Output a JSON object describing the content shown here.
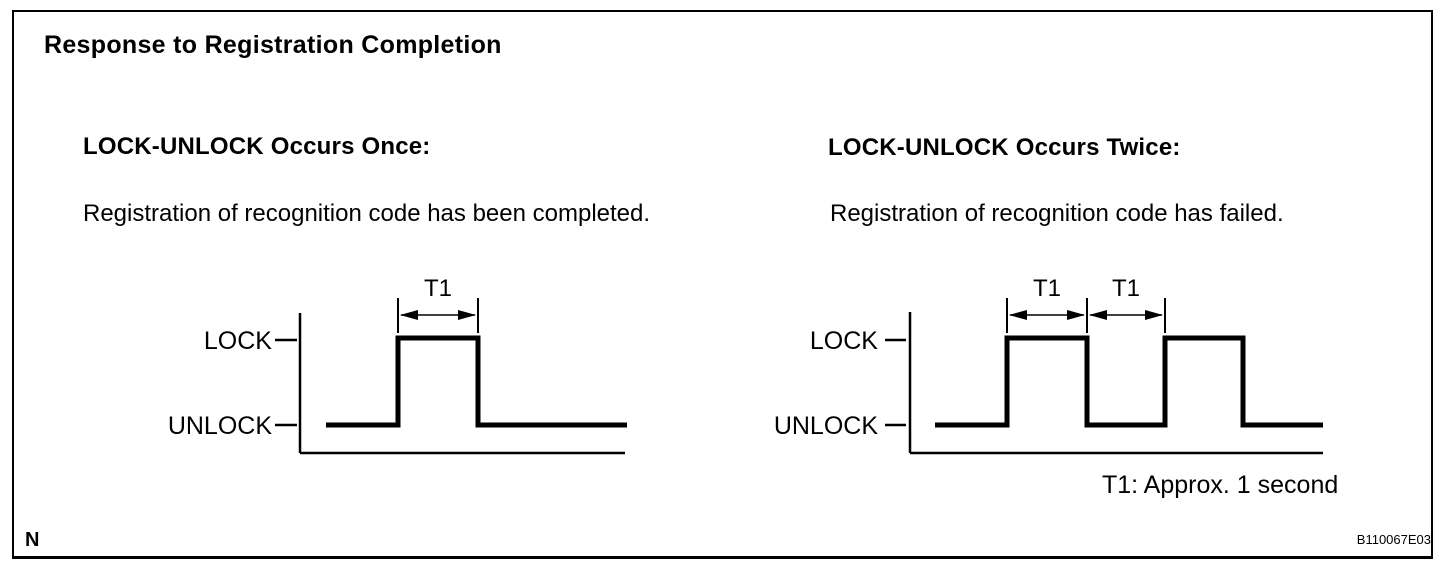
{
  "colors": {
    "ink": "#000000",
    "background": "#ffffff"
  },
  "header": {
    "title": "Response to Registration Completion"
  },
  "sections": [
    {
      "heading": "LOCK-UNLOCK Occurs Once:",
      "description": "Registration of recognition code has been completed."
    },
    {
      "heading": "LOCK-UNLOCK Occurs Twice:",
      "description": "Registration of recognition code has failed."
    }
  ],
  "diagrams": [
    {
      "name": "lock-unlock-once",
      "lock_label": "LOCK",
      "unlock_label": "UNLOCK",
      "t1_labels": [
        "T1"
      ],
      "pulse_count": 1,
      "sequence": [
        "UNLOCK",
        "LOCK",
        "UNLOCK"
      ]
    },
    {
      "name": "lock-unlock-twice",
      "lock_label": "LOCK",
      "unlock_label": "UNLOCK",
      "t1_labels": [
        "T1",
        "T1"
      ],
      "pulse_count": 2,
      "sequence": [
        "UNLOCK",
        "LOCK",
        "UNLOCK",
        "LOCK",
        "UNLOCK"
      ]
    }
  ],
  "note": "T1: Approx. 1 second",
  "footer": {
    "page_marker": "N",
    "figure_code": "B110067E03"
  }
}
